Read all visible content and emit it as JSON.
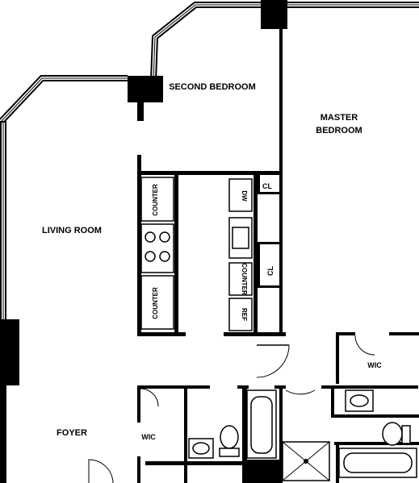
{
  "floor_plan": {
    "rooms": {
      "second_bedroom": "SECOND BEDROOM",
      "master_bedroom_line1": "MASTER",
      "master_bedroom_line2": "BEDROOM",
      "living_room": "LIVING ROOM",
      "foyer": "FOYER",
      "wic_master": "WIC",
      "wic_foyer": "WIC"
    },
    "kitchen": {
      "counter_top": "COUNTER",
      "counter_bottom": "COUNTER",
      "counter_right": "COUNTER",
      "dishwasher": "DW",
      "refrigerator": "REF"
    },
    "closets": {
      "closet_top": "CL",
      "closet_side": "CL"
    }
  }
}
